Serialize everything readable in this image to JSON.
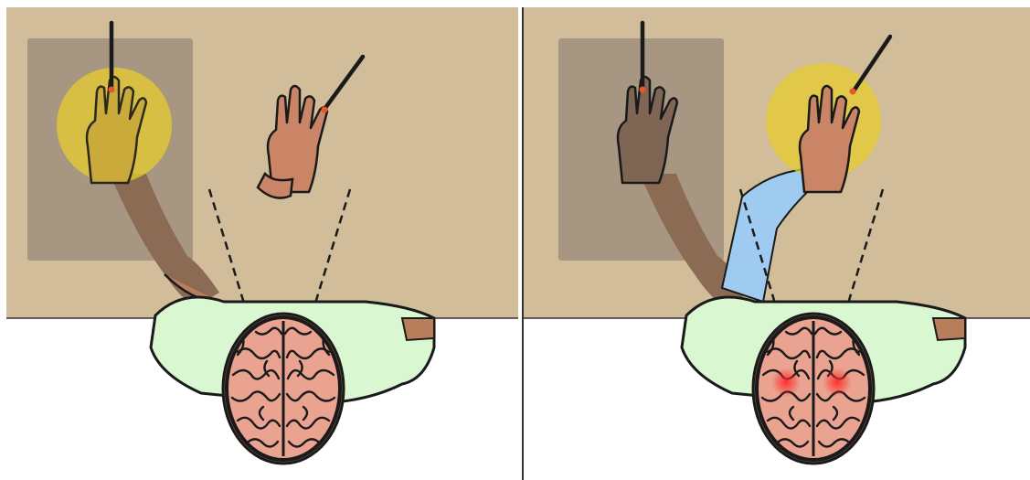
{
  "figure": {
    "panels": [
      {
        "id": "left",
        "shows": [
          "real-hand-highlighted",
          "rubber-hand-separate"
        ],
        "brain_activation": false
      },
      {
        "id": "right",
        "shows": [
          "real-hand-shaded",
          "rubber-hand-highlighted",
          "illusory-arm"
        ],
        "brain_activation": true
      }
    ],
    "colors": {
      "table": "#d1bd9a",
      "screen": "#a0917e",
      "highlight": "#e6cc2e",
      "real_skin": "#b87e5b",
      "rubber_skin": "#c98566",
      "illusory_arm": "#9fcbf0",
      "shirt": "#d9f7d1",
      "brain": "#e9a390",
      "activation": "#ff2a2a",
      "outline": "#1a1a1a"
    }
  }
}
